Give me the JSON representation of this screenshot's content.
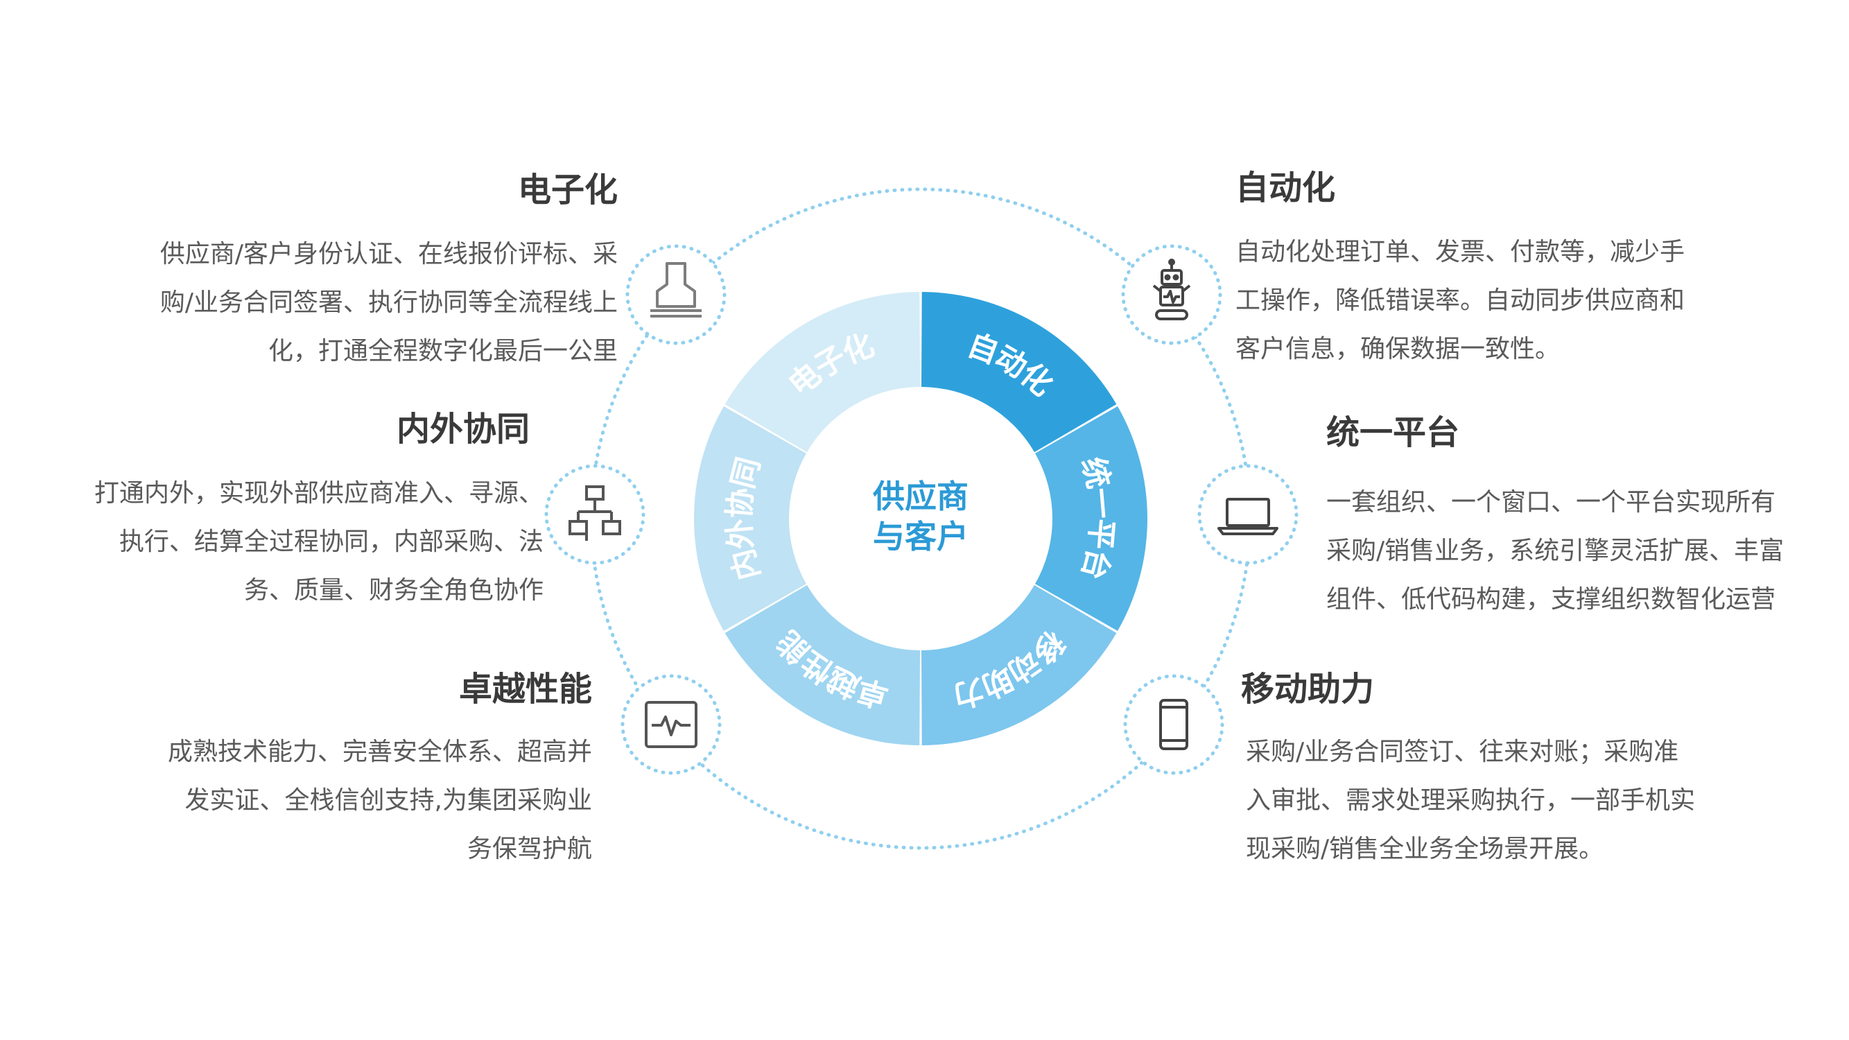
{
  "center": {
    "line1": "供应商",
    "line2": "与客户"
  },
  "colors": {
    "text_heading": "#3a3a3a",
    "text_body": "#5a5a5a",
    "center_text": "#2b9ad6",
    "dotted_ring": "#8fcfee",
    "segment_electronic": "#d4ecf7",
    "segment_automation": "#2ea1dc",
    "segment_platform": "#55b5e6",
    "segment_mobile": "#7dc6ee",
    "segment_performance": "#9fd5f1",
    "segment_collaboration": "#bfe2f4"
  },
  "segments": [
    {
      "label": "电子化",
      "color": "#d4ecf7"
    },
    {
      "label": "自动化",
      "color": "#2ea1dc"
    },
    {
      "label": "统一平台",
      "color": "#55b5e6"
    },
    {
      "label": "移动助力",
      "color": "#7dc6ee"
    },
    {
      "label": "卓越性能",
      "color": "#9fd5f1"
    },
    {
      "label": "内外协同",
      "color": "#bfe2f4"
    }
  ],
  "features": {
    "electronic": {
      "title": "电子化",
      "icon": "stamp-icon",
      "lines": [
        "供应商/客户身份认证、在线报价评标、采",
        "购/业务合同签署、执行协同等全流程线上",
        "化，打通全程数字化最后一公里"
      ]
    },
    "collaboration": {
      "title": "内外协同",
      "icon": "org-chart-icon",
      "lines": [
        "打通内外，实现外部供应商准入、寻源、",
        "执行、结算全过程协同，内部采购、法",
        "务、质量、财务全角色协作"
      ]
    },
    "performance": {
      "title": "卓越性能",
      "icon": "monitor-pulse-icon",
      "lines": [
        "成熟技术能力、完善安全体系、超高并",
        "发实证、全栈信创支持,为集团采购业",
        "务保驾护航"
      ]
    },
    "automation": {
      "title": "自动化",
      "icon": "robot-icon",
      "lines": [
        "自动化处理订单、发票、付款等，减少手",
        "工操作，降低错误率。自动同步供应商和",
        "客户信息，确保数据一致性。"
      ]
    },
    "platform": {
      "title": "统一平台",
      "icon": "laptop-icon",
      "lines": [
        "一套组织、一个窗口、一个平台实现所有",
        "采购/销售业务，系统引擎灵活扩展、丰富",
        "组件、低代码构建，支撑组织数智化运营"
      ]
    },
    "mobile": {
      "title": "移动助力",
      "icon": "smartphone-icon",
      "lines": [
        "采购/业务合同签订、往来对账；采购准",
        "入审批、需求处理采购执行，一部手机实",
        "现采购/销售全业务全场景开展。"
      ]
    }
  }
}
